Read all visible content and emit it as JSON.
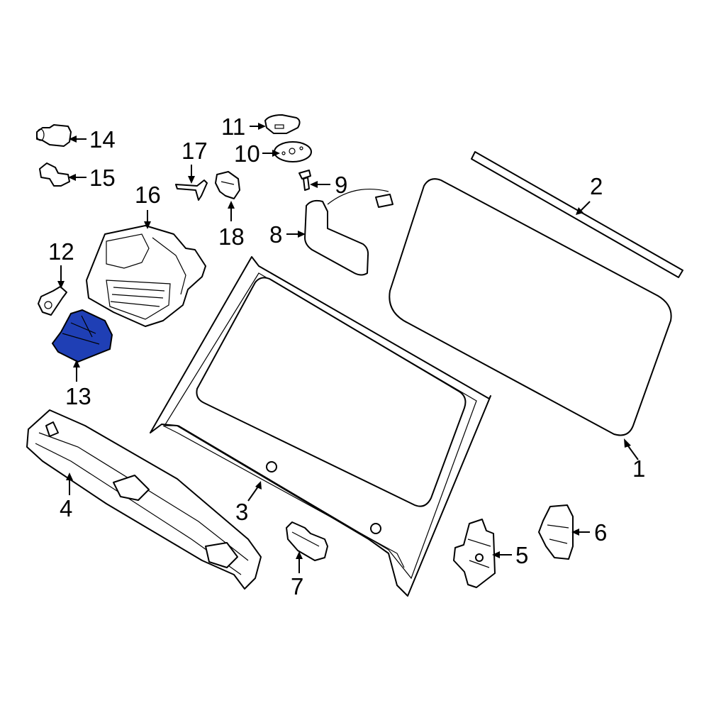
{
  "highlight_color": "#1f3fb5",
  "callouts": [
    {
      "id": "1",
      "label": "1"
    },
    {
      "id": "2",
      "label": "2"
    },
    {
      "id": "3",
      "label": "3"
    },
    {
      "id": "4",
      "label": "4"
    },
    {
      "id": "5",
      "label": "5"
    },
    {
      "id": "6",
      "label": "6"
    },
    {
      "id": "7",
      "label": "7"
    },
    {
      "id": "8",
      "label": "8"
    },
    {
      "id": "9",
      "label": "9"
    },
    {
      "id": "10",
      "label": "10"
    },
    {
      "id": "11",
      "label": "11"
    },
    {
      "id": "12",
      "label": "12"
    },
    {
      "id": "13",
      "label": "13",
      "highlighted": true
    },
    {
      "id": "14",
      "label": "14"
    },
    {
      "id": "15",
      "label": "15"
    },
    {
      "id": "16",
      "label": "16"
    },
    {
      "id": "17",
      "label": "17"
    },
    {
      "id": "18",
      "label": "18"
    }
  ]
}
